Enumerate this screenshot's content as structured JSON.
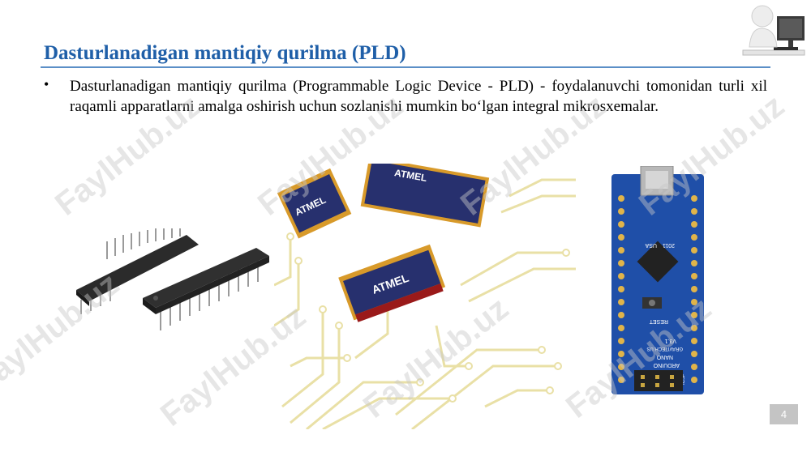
{
  "slide": {
    "title": "Dasturlanadigan mantiqiy qurilma (PLD)",
    "bullet_marker": "•",
    "bullet_text": "Dasturlanadigan mantiqiy qurilma (Programmable Logic Device - PLD) - foydalanuvchi tomonidan turli xil raqamli apparatlarni amalga oshirish uchun sozlanishi mumkin bo‘lgan integral mikrosxemalar.",
    "page_number": "4",
    "watermark": "FaylHub.uz"
  },
  "images": {
    "dip_chip": {
      "icon": "dip-ic-chip-image"
    },
    "circuit": {
      "icon": "atmel-chips-circuit-image",
      "chip_label": "ATMEL"
    },
    "nano": {
      "icon": "arduino-nano-board-image",
      "labels": [
        "ARDUINO",
        "NANO",
        "V3.1",
        "GRAVITECH.US",
        "RESET",
        "USA",
        "2011",
        "ICSP"
      ]
    },
    "presenter": {
      "icon": "presenter-at-computer-icon"
    }
  },
  "colors": {
    "title": "#1f5fa8",
    "rule": "#5b8fc7",
    "page_badge": "#c4c4c4",
    "board_blue": "#1f4fa8",
    "pcb_trace": "#e9e0a6"
  }
}
